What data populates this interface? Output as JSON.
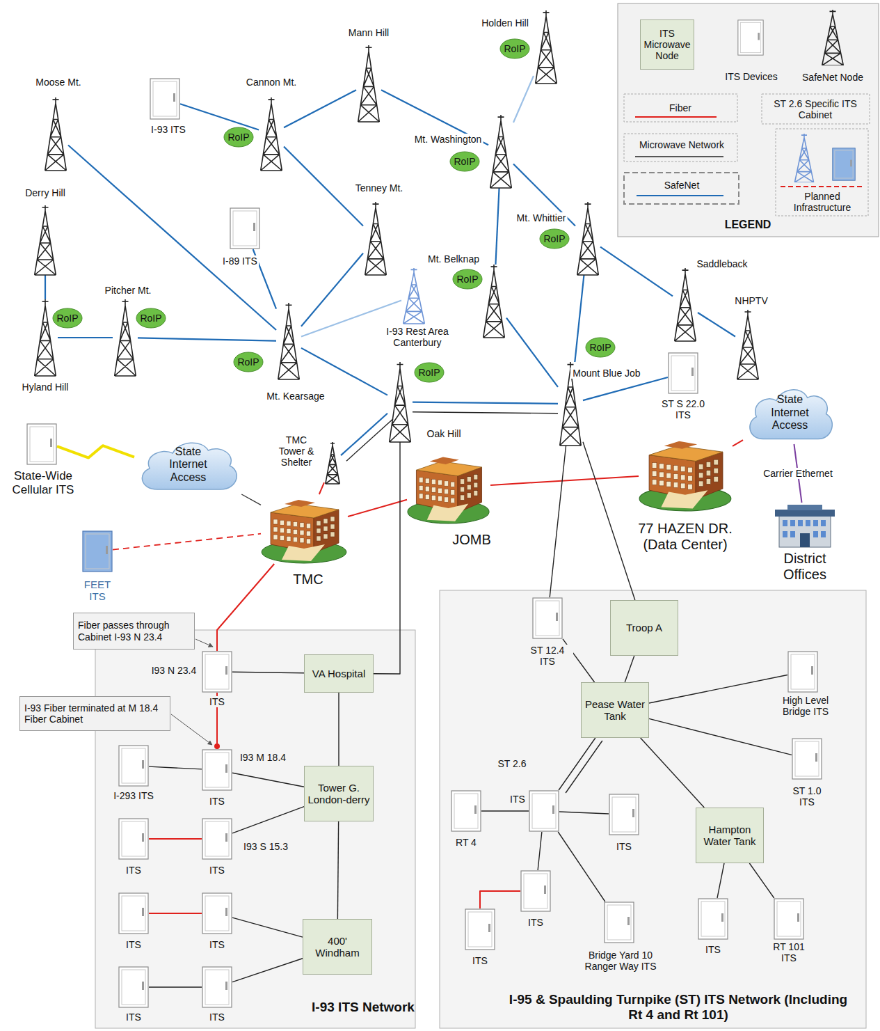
{
  "diagram": {
    "nodes": [
      {
        "text": [
          "Holden Hill"
        ]
      },
      {
        "text": [
          "RoIP"
        ]
      },
      {
        "text": [
          "Mann Hill"
        ]
      },
      {
        "text": [
          "Moose Mt."
        ]
      },
      {
        "text": [
          "I-93 ITS"
        ]
      },
      {
        "text": [
          "Cannon Mt."
        ]
      },
      {
        "text": [
          "RoIP"
        ]
      },
      {
        "text": [
          "Mt. Washington"
        ]
      },
      {
        "text": [
          "RoIP"
        ]
      },
      {
        "text": [
          "Derry Hill"
        ]
      },
      {
        "text": [
          "Tenney Mt."
        ]
      },
      {
        "text": [
          "I-89 ITS"
        ]
      },
      {
        "text": [
          "Mt. Whittier"
        ]
      },
      {
        "text": [
          "RoIP"
        ]
      },
      {
        "text": [
          "Mt. Belknap"
        ]
      },
      {
        "text": [
          "RoIP"
        ]
      },
      {
        "text": [
          "Saddleback"
        ]
      },
      {
        "text": [
          "Pitcher Mt."
        ]
      },
      {
        "text": [
          "RoIP"
        ]
      },
      {
        "text": [
          "Hyland Hill"
        ]
      },
      {
        "text": [
          "RoIP"
        ]
      },
      {
        "text": [
          "I-93 Rest Area Canterbury"
        ]
      },
      {
        "text": [
          "NHPTV"
        ]
      },
      {
        "text": [
          "Mt. Kearsage"
        ]
      },
      {
        "text": [
          "RoIP"
        ]
      },
      {
        "text": [
          "Oak Hill"
        ]
      },
      {
        "text": [
          "RoIP"
        ]
      },
      {
        "text": [
          "Mount Blue Job"
        ]
      },
      {
        "text": [
          "RoIP"
        ]
      },
      {
        "text": [
          "ST S 22.0 ITS"
        ]
      },
      {
        "text": [
          "State-Wide Cellular ITS"
        ]
      },
      {
        "text": [
          "State Internet Access"
        ]
      },
      {
        "text": [
          "TMC Tower & Shelter"
        ]
      },
      {
        "text": [
          "TMC"
        ]
      },
      {
        "text": [
          "JOMB"
        ]
      },
      {
        "text": [
          "77 HAZEN DR. (Data Center)"
        ]
      },
      {
        "text": [
          "State Internet Access"
        ]
      },
      {
        "text": [
          "District Offices"
        ]
      },
      {
        "text": [
          "FEET ITS"
        ]
      },
      {
        "text": [
          "I-93 ITS Network"
        ]
      },
      {
        "text": [
          "Fiber passes through Cabinet I-93 N 23.4"
        ]
      },
      {
        "text": [
          "I93 N 23.4",
          "ITS"
        ],
        "in": 39
      },
      {
        "text": [
          "VA Hospital"
        ],
        "in": 39
      },
      {
        "text": [
          "I-93 Fiber terminated at M 18.4 Fiber Cabinet"
        ]
      },
      {
        "text": [
          "I-293 ITS"
        ],
        "in": 39
      },
      {
        "text": [
          "I93 M 18.4",
          "ITS"
        ],
        "in": 39
      },
      {
        "text": [
          "Tower G. London-derry"
        ],
        "in": 39
      },
      {
        "text": [
          "ITS"
        ],
        "in": 39
      },
      {
        "text": [
          "I93 S 15.3",
          "ITS"
        ],
        "in": 39
      },
      {
        "text": [
          "ITS"
        ],
        "in": 39
      },
      {
        "text": [
          "ITS"
        ],
        "in": 39
      },
      {
        "text": [
          "400' Windham"
        ],
        "in": 39
      },
      {
        "text": [
          "ITS"
        ],
        "in": 39
      },
      {
        "text": [
          "ITS"
        ],
        "in": 39
      },
      {
        "text": [
          "I-95 & Spaulding Turnpike (ST) ITS Network (Including Rt 4 and Rt 101)"
        ]
      },
      {
        "text": [
          "ST 12.4 ITS"
        ],
        "in": 54
      },
      {
        "text": [
          "Troop A"
        ],
        "in": 54
      },
      {
        "text": [
          "Pease Water Tank"
        ],
        "in": 54
      },
      {
        "text": [
          "High Level Bridge ITS"
        ],
        "in": 54
      },
      {
        "text": [
          "ST 1.0 ITS"
        ],
        "in": 54
      },
      {
        "text": [
          "ST 2.6",
          "ITS"
        ],
        "in": 54
      },
      {
        "text": [
          "RT 4"
        ],
        "in": 54
      },
      {
        "text": [
          "ITS"
        ],
        "in": 54
      },
      {
        "text": [
          "Hampton Water Tank"
        ],
        "in": 54
      },
      {
        "text": [
          "ITS"
        ],
        "in": 54
      },
      {
        "text": [
          "ITS"
        ],
        "in": 54
      },
      {
        "text": [
          "Bridge Yard 10 Ranger Way ITS"
        ],
        "in": 54
      },
      {
        "text": [
          "ITS"
        ],
        "in": 54
      },
      {
        "text": [
          "RT 101 ITS"
        ],
        "in": 54
      }
    ],
    "edges": [
      {
        "from": 4,
        "to": 5,
        "arrow": "none"
      },
      {
        "from": 5,
        "to": 2,
        "arrow": "none"
      },
      {
        "from": 2,
        "to": 7,
        "arrow": "none"
      },
      {
        "from": 7,
        "to": 0,
        "arrow": "none"
      },
      {
        "from": 7,
        "to": 12,
        "arrow": "none"
      },
      {
        "from": 12,
        "to": 16,
        "arrow": "none"
      },
      {
        "from": 16,
        "to": 22,
        "arrow": "none"
      },
      {
        "from": 5,
        "to": 10,
        "arrow": "none"
      },
      {
        "from": 7,
        "to": 14,
        "arrow": "none"
      },
      {
        "from": 3,
        "to": 23,
        "arrow": "none"
      },
      {
        "from": 9,
        "to": 19,
        "arrow": "none"
      },
      {
        "from": 19,
        "to": 17,
        "arrow": "none"
      },
      {
        "from": 17,
        "to": 23,
        "arrow": "none"
      },
      {
        "from": 11,
        "to": 23,
        "arrow": "none"
      },
      {
        "from": 10,
        "to": 23,
        "arrow": "none"
      },
      {
        "from": 23,
        "to": 21,
        "arrow": "none"
      },
      {
        "from": 23,
        "to": 25,
        "arrow": "none"
      },
      {
        "from": 25,
        "to": 27,
        "arrow": "none"
      },
      {
        "from": 12,
        "to": 27,
        "arrow": "none"
      },
      {
        "from": 14,
        "to": 27,
        "arrow": "none"
      },
      {
        "from": 27,
        "to": 29,
        "arrow": "none"
      },
      {
        "from": 32,
        "to": 25,
        "arrow": "none"
      },
      {
        "from": 32,
        "to": 25,
        "arrow": "none"
      },
      {
        "from": 25,
        "to": 27,
        "arrow": "none"
      },
      {
        "from": 30,
        "to": 31,
        "arrow": "none"
      },
      {
        "from": 31,
        "to": 33,
        "arrow": "none"
      },
      {
        "from": 33,
        "to": 32,
        "arrow": "none"
      },
      {
        "from": 33,
        "to": 34,
        "arrow": "none"
      },
      {
        "from": 34,
        "to": 35,
        "arrow": "none"
      },
      {
        "from": 35,
        "to": 36,
        "arrow": "none"
      },
      {
        "from": 36,
        "to": 37,
        "label": "Carrier Ethernet",
        "arrow": "none"
      },
      {
        "from": 38,
        "to": 33,
        "arrow": "none"
      },
      {
        "from": 33,
        "to": 41,
        "arrow": "none"
      },
      {
        "from": 41,
        "to": 45,
        "arrow": "none"
      },
      {
        "from": 25,
        "to": 42,
        "arrow": "none"
      },
      {
        "from": 41,
        "to": 42,
        "arrow": "none"
      },
      {
        "from": 42,
        "to": 46,
        "arrow": "none"
      },
      {
        "from": 46,
        "to": 45,
        "arrow": "none"
      },
      {
        "from": 45,
        "to": 44,
        "arrow": "none"
      },
      {
        "from": 46,
        "to": 48,
        "arrow": "none"
      },
      {
        "from": 48,
        "to": 47,
        "arrow": "none"
      },
      {
        "from": 46,
        "to": 51,
        "arrow": "none"
      },
      {
        "from": 51,
        "to": 50,
        "arrow": "none"
      },
      {
        "from": 50,
        "to": 49,
        "arrow": "none"
      },
      {
        "from": 51,
        "to": 53,
        "arrow": "none"
      },
      {
        "from": 53,
        "to": 52,
        "arrow": "none"
      },
      {
        "from": 27,
        "to": 55,
        "arrow": "none"
      },
      {
        "from": 27,
        "to": 56,
        "arrow": "none"
      },
      {
        "from": 55,
        "to": 57,
        "arrow": "none"
      },
      {
        "from": 56,
        "to": 57,
        "arrow": "none"
      },
      {
        "from": 57,
        "to": 58,
        "arrow": "none"
      },
      {
        "from": 57,
        "to": 59,
        "arrow": "none"
      },
      {
        "from": 57,
        "to": 60,
        "arrow": "none"
      },
      {
        "from": 57,
        "to": 60,
        "arrow": "none"
      },
      {
        "from": 57,
        "to": 63,
        "arrow": "none"
      },
      {
        "from": 60,
        "to": 61,
        "arrow": "none"
      },
      {
        "from": 60,
        "to": 62,
        "arrow": "none"
      },
      {
        "from": 60,
        "to": 64,
        "arrow": "none"
      },
      {
        "from": 60,
        "to": 66,
        "arrow": "none"
      },
      {
        "from": 64,
        "to": 65,
        "arrow": "none"
      },
      {
        "from": 63,
        "to": 67,
        "arrow": "none"
      },
      {
        "from": 63,
        "to": 68,
        "arrow": "none"
      }
    ],
    "labels": [
      "LEGEND"
    ],
    "legend": [
      {
        "text": "ITS Microwave Node",
        "color": "#e3ebd9"
      },
      {
        "text": "ITS Devices"
      },
      {
        "text": "SafeNet Node"
      },
      {
        "text": "Fiber"
      },
      {
        "text": "ST 2.6 Specific ITS Cabinet"
      },
      {
        "text": "Microwave Network"
      },
      {
        "text": "SafeNet"
      },
      {
        "text": "Planned Infrastructure"
      }
    ]
  }
}
